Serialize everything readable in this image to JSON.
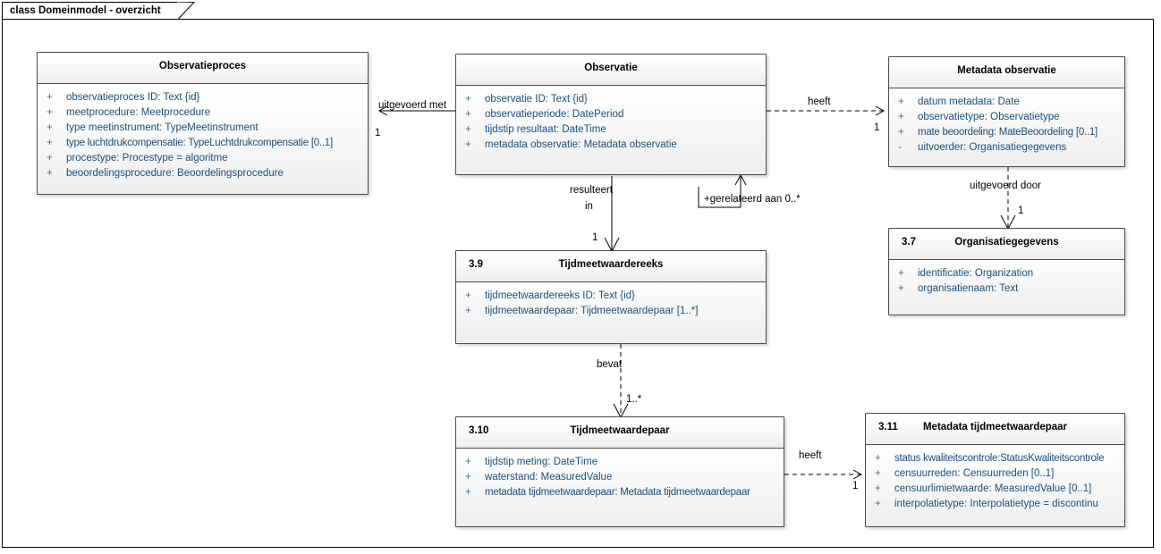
{
  "diagram": {
    "tab_label": "class Domeinmodel - overzicht",
    "accent": "#1f4e79",
    "visibility_color": "#4a6b8a",
    "border_color": "#4c4c4c"
  },
  "classes": [
    {
      "id": "observatieproces",
      "num": "",
      "name": "Observatieproces",
      "attrs": [
        {
          "vis": "+",
          "text": "observatieproces ID: Text {id}"
        },
        {
          "vis": "+",
          "text": "meetprocedure: Meetprocedure"
        },
        {
          "vis": "+",
          "text": "type meetinstrument: TypeMeetinstrument"
        },
        {
          "vis": "+",
          "text": "type luchtdrukcompensatie: TypeLuchtdrukcompensatie [0..1]"
        },
        {
          "vis": "+",
          "text": "procestype: Procestype = algoritme"
        },
        {
          "vis": "+",
          "text": "beoordelingsprocedure: Beoordelingsprocedure"
        }
      ]
    },
    {
      "id": "observatie",
      "num": "",
      "name": "Observatie",
      "attrs": [
        {
          "vis": "+",
          "text": "observatie ID: Text {id}"
        },
        {
          "vis": "+",
          "text": "observatieperiode: DatePeriod"
        },
        {
          "vis": "+",
          "text": "tijdstip resultaat: DateTime"
        },
        {
          "vis": "+",
          "text": "metadata observatie: Metadata observatie"
        }
      ]
    },
    {
      "id": "metadata-observatie",
      "num": "",
      "name": "Metadata observatie",
      "attrs": [
        {
          "vis": "+",
          "text": "datum metadata: Date"
        },
        {
          "vis": "+",
          "text": "observatietype: Observatietype"
        },
        {
          "vis": "+",
          "text": "mate beoordeling: MateBeoordeling [0..1]"
        },
        {
          "vis": "-",
          "text": "uitvoerder: Organisatiegegevens"
        }
      ]
    },
    {
      "id": "organisatiegegevens",
      "num": "3.7",
      "name": "Organisatiegegevens",
      "attrs": [
        {
          "vis": "+",
          "text": "identificatie: Organization"
        },
        {
          "vis": "+",
          "text": "organisatienaam: Text"
        }
      ]
    },
    {
      "id": "tijdmeetwaardereeks",
      "num": "3.9",
      "name": "Tijdmeetwaardereeks",
      "attrs": [
        {
          "vis": "+",
          "text": "tijdmeetwaardereeks ID: Text {id}"
        },
        {
          "vis": "+",
          "text": "tijdmeetwaardepaar: Tijdmeetwaardepaar [1..*]"
        }
      ]
    },
    {
      "id": "tijdmeetwaardepaar",
      "num": "3.10",
      "name": "Tijdmeetwaardepaar",
      "attrs": [
        {
          "vis": "+",
          "text": "tijdstip meting: DateTime"
        },
        {
          "vis": "+",
          "text": "waterstand: MeasuredValue"
        },
        {
          "vis": "+",
          "text": "metadata tijdmeetwaardepaar: Metadata tijdmeetwaardepaar"
        }
      ]
    },
    {
      "id": "metadata-tijdmeetwaardepaar",
      "num": "3.11",
      "name": "Metadata tijdmeetwaardepaar",
      "attrs": [
        {
          "vis": "+",
          "text": "status kwaliteitscontrole:StatusKwaliteitscontrole"
        },
        {
          "vis": "+",
          "text": "censuurreden: Censuurreden [0..1]"
        },
        {
          "vis": "+",
          "text": "censuurlimietwaarde: MeasuredValue [0..1]"
        },
        {
          "vis": "+",
          "text": "interpolatietype: Interpolatietype = discontinu"
        }
      ]
    }
  ],
  "relations": [
    {
      "id": "uitgevoerd-met",
      "label": "uitgevoerd met",
      "multiplicity": "1"
    },
    {
      "id": "heeft-metadata",
      "label": "heeft",
      "multiplicity": "1"
    },
    {
      "id": "gerelateerd-aan",
      "label": "+gerelateerd aan 0..*",
      "multiplicity": ""
    },
    {
      "id": "resulteert-in-1",
      "label": "resulteert",
      "multiplicity": "1"
    },
    {
      "id": "resulteert-in-2",
      "label": "in",
      "multiplicity": ""
    },
    {
      "id": "uitgevoerd-door",
      "label": "uitgevoerd door",
      "multiplicity": "1"
    },
    {
      "id": "bevat",
      "label": "bevat",
      "multiplicity": "1..*"
    },
    {
      "id": "heeft-meta-paar",
      "label": "heeft",
      "multiplicity": "1"
    }
  ]
}
